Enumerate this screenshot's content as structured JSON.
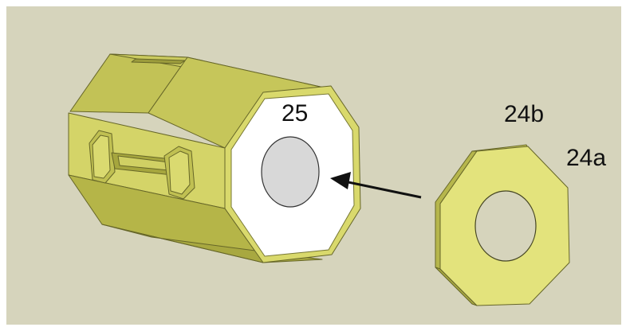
{
  "labels": {
    "part_25": "25",
    "part_24b": "24b",
    "part_24a": "24a"
  },
  "colors": {
    "background": "#d6d4bc",
    "border": "#ffffff",
    "body_top": "#c8c85a",
    "body_front": "#d2d266",
    "body_side": "#b3b347",
    "body_bottom": "#a8a840",
    "face_white": "#ffffff",
    "hole": "#d8d8d8",
    "washer_face": "#e3e37c",
    "washer_edge": "#b6b64c",
    "arrow": "#111111",
    "outline": "#555522"
  },
  "icons": {
    "arrow": "arrow-left-icon"
  }
}
